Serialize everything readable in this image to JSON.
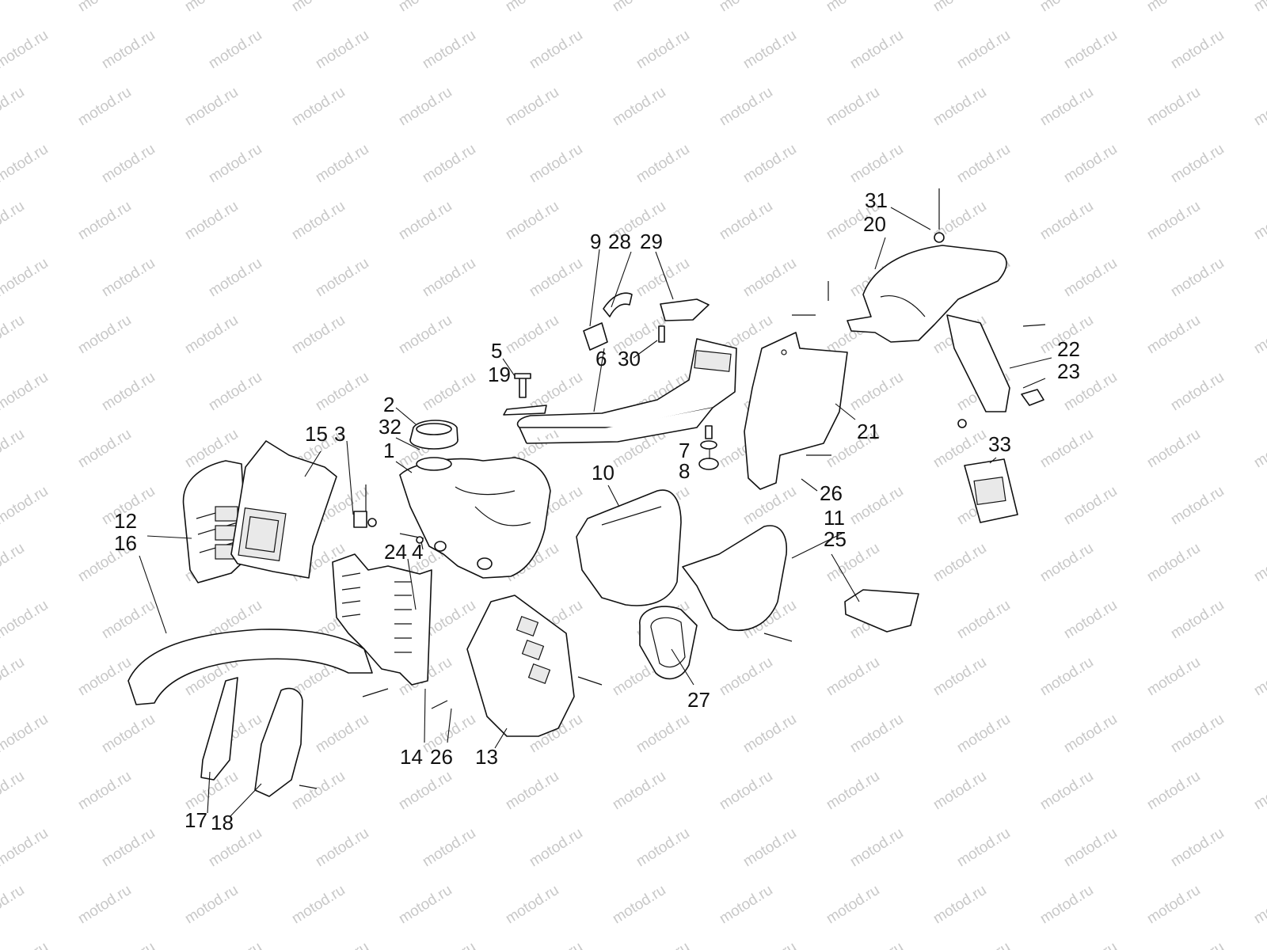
{
  "watermark": {
    "text": "motod.ru"
  },
  "callouts": [
    {
      "id": "c1",
      "text": "1"
    },
    {
      "id": "c2",
      "text": "2"
    },
    {
      "id": "c3",
      "text": "3"
    },
    {
      "id": "c4",
      "text": "4"
    },
    {
      "id": "c5",
      "text": "5"
    },
    {
      "id": "c6",
      "text": "6"
    },
    {
      "id": "c7",
      "text": "7"
    },
    {
      "id": "c8",
      "text": "8"
    },
    {
      "id": "c9",
      "text": "9"
    },
    {
      "id": "c10",
      "text": "10"
    },
    {
      "id": "c11",
      "text": "11"
    },
    {
      "id": "c12",
      "text": "12"
    },
    {
      "id": "c13",
      "text": "13"
    },
    {
      "id": "c14",
      "text": "14"
    },
    {
      "id": "c15",
      "text": "15"
    },
    {
      "id": "c16",
      "text": "16"
    },
    {
      "id": "c17",
      "text": "17"
    },
    {
      "id": "c18",
      "text": "18"
    },
    {
      "id": "c19",
      "text": "19"
    },
    {
      "id": "c20",
      "text": "20"
    },
    {
      "id": "c21",
      "text": "21"
    },
    {
      "id": "c22",
      "text": "22"
    },
    {
      "id": "c23",
      "text": "23"
    },
    {
      "id": "c24",
      "text": "24"
    },
    {
      "id": "c25",
      "text": "25"
    },
    {
      "id": "c26a",
      "text": "26"
    },
    {
      "id": "c26b",
      "text": "26"
    },
    {
      "id": "c27",
      "text": "27"
    },
    {
      "id": "c28",
      "text": "28"
    },
    {
      "id": "c29",
      "text": "29"
    },
    {
      "id": "c30",
      "text": "30"
    },
    {
      "id": "c31",
      "text": "31"
    },
    {
      "id": "c32",
      "text": "32"
    },
    {
      "id": "c33",
      "text": "33"
    }
  ]
}
